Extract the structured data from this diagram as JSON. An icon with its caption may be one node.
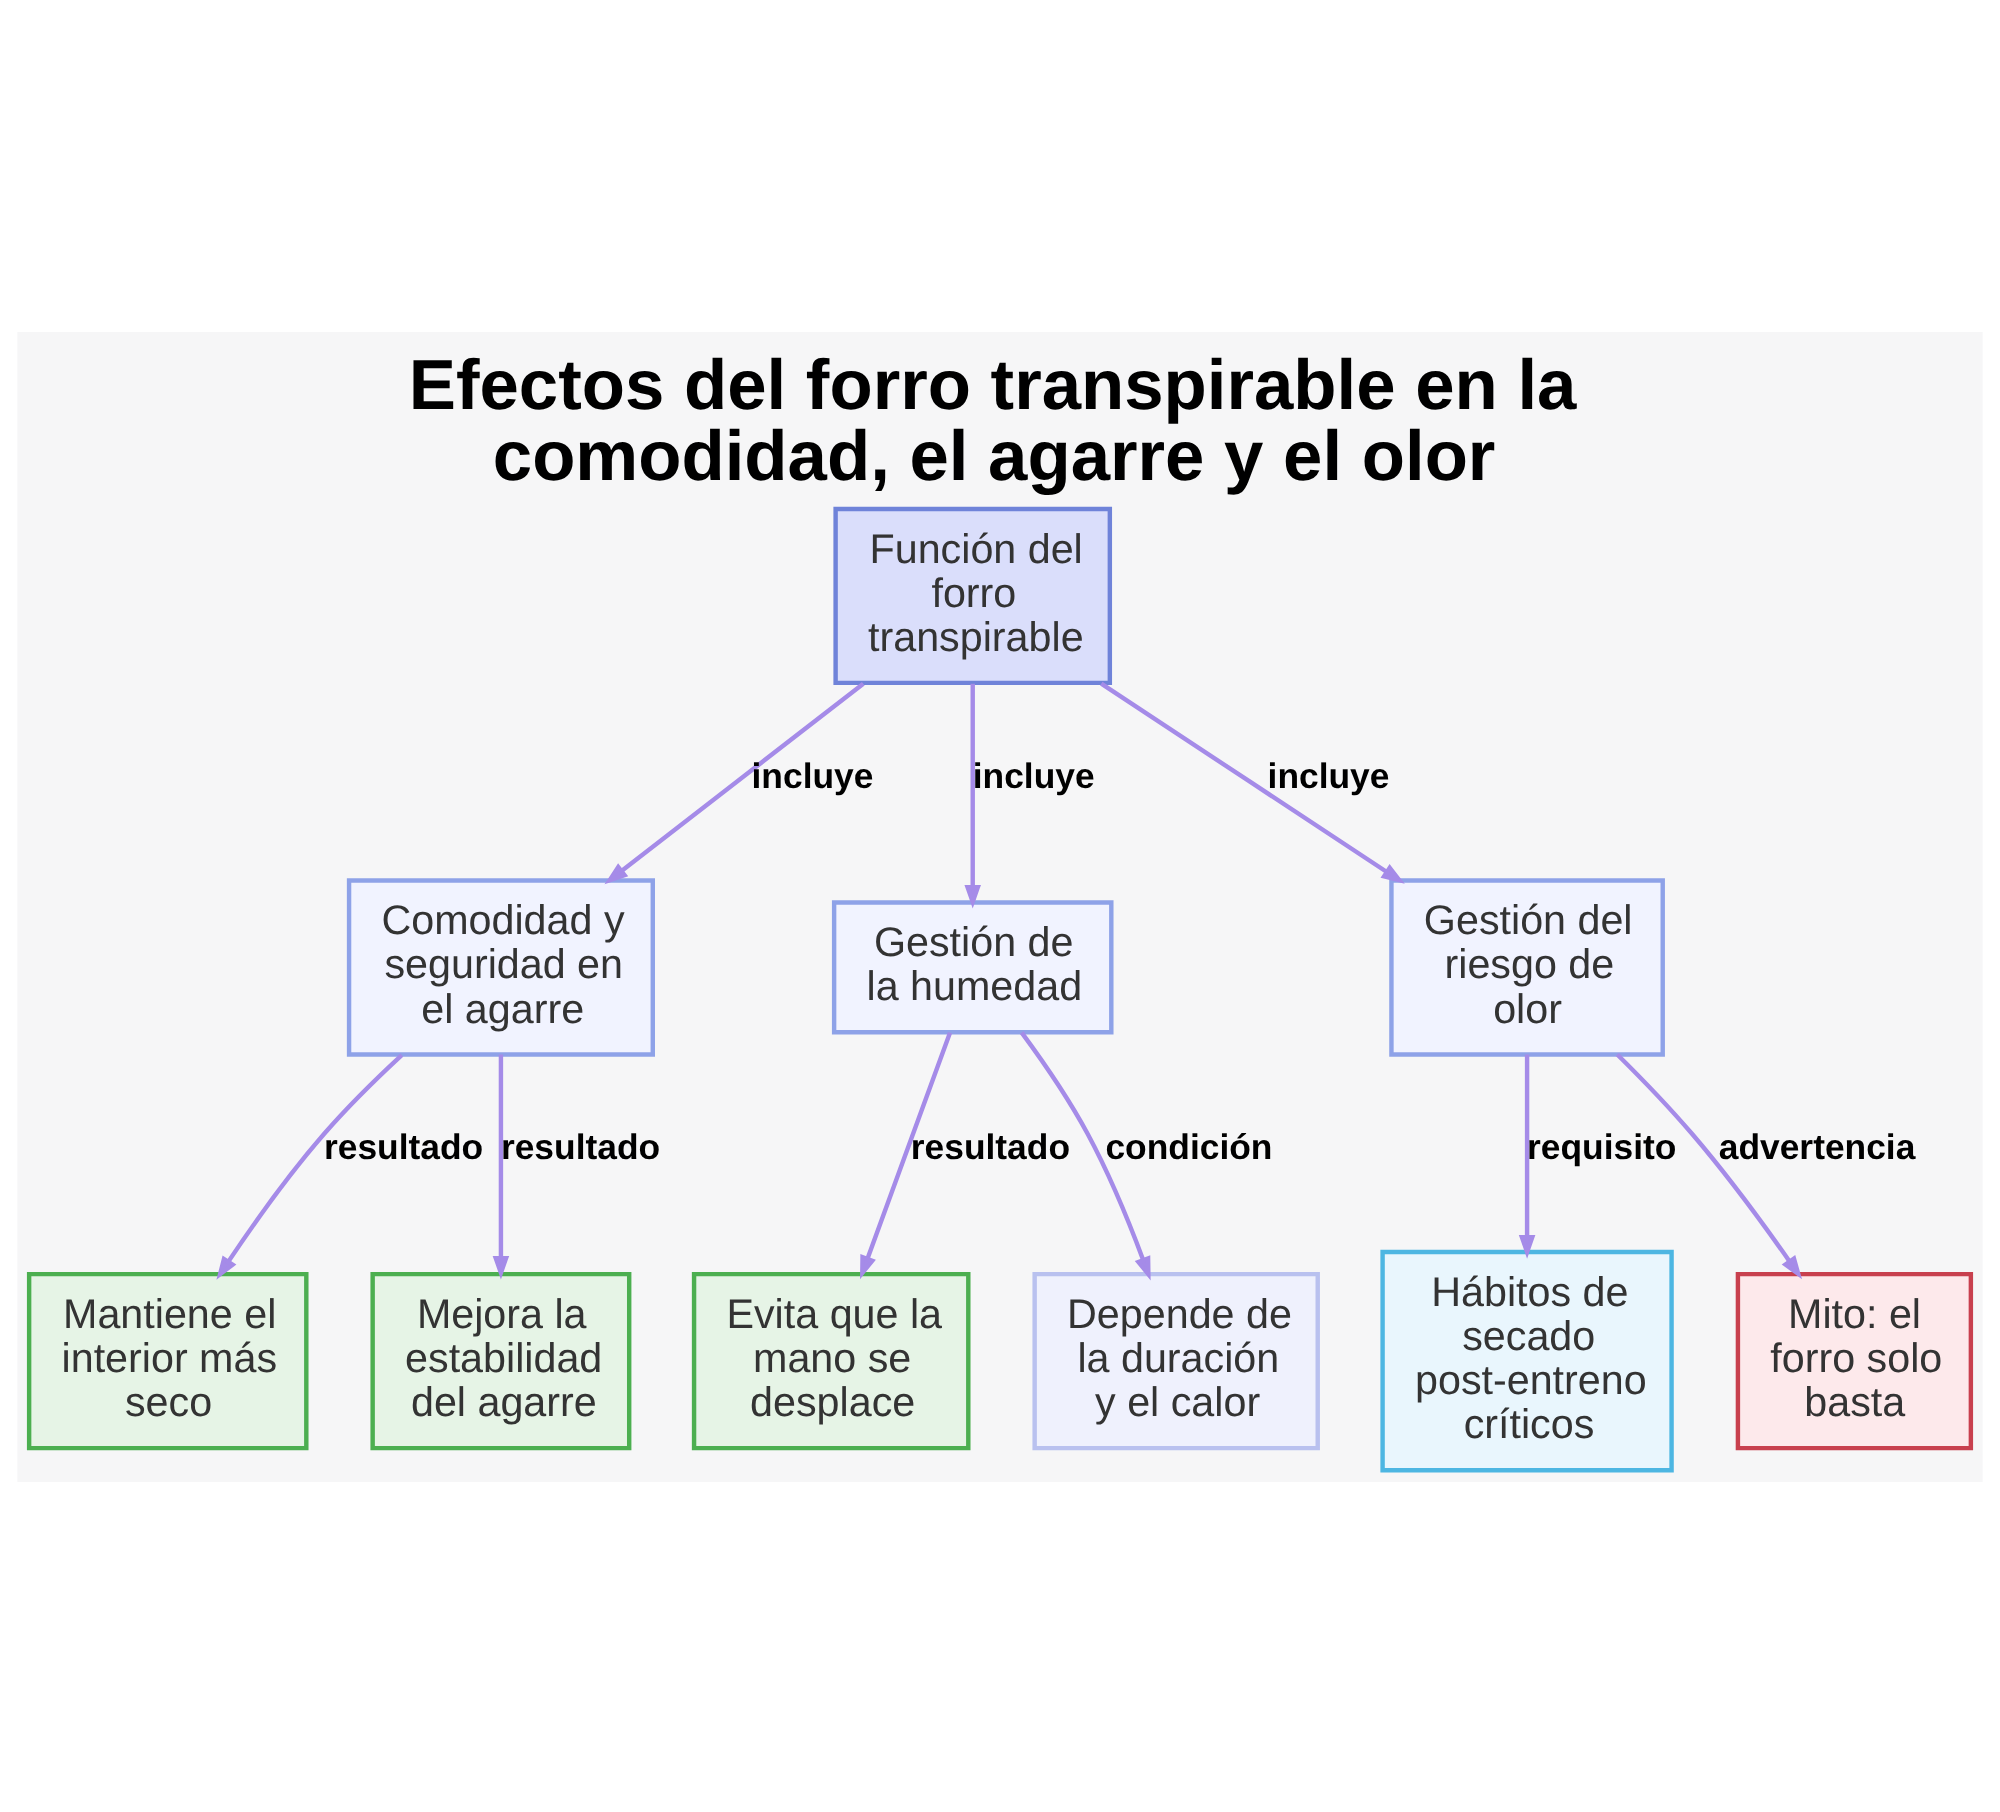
{
  "diagram": {
    "title": "Efectos del forro transpirable en la comodidad, el agarre y el olor",
    "nodes": [
      {
        "text": [
          "Función del forro transpirable"
        ]
      },
      {
        "text": [
          "Comodidad y seguridad en el agarre"
        ]
      },
      {
        "text": [
          "Gestión de la humedad"
        ]
      },
      {
        "text": [
          "Gestión del riesgo de olor"
        ]
      },
      {
        "text": [
          "Mantiene el interior más seco"
        ]
      },
      {
        "text": [
          "Mejora la estabilidad del agarre"
        ]
      },
      {
        "text": [
          "Evita que la mano se desplace"
        ]
      },
      {
        "text": [
          "Depende de la duración y el calor"
        ]
      },
      {
        "text": [
          "Hábitos de secado post-entreno críticos"
        ]
      },
      {
        "text": [
          "Mito: el forro solo basta"
        ]
      }
    ],
    "edges": [
      {
        "from": 0,
        "to": 1,
        "arrow": "to",
        "label": "incluye"
      },
      {
        "from": 0,
        "to": 2,
        "arrow": "to",
        "label": "incluye"
      },
      {
        "from": 0,
        "to": 3,
        "arrow": "to",
        "label": "incluye"
      },
      {
        "from": 1,
        "to": 4,
        "arrow": "to",
        "label": "resultado"
      },
      {
        "from": 1,
        "to": 5,
        "arrow": "to",
        "label": "resultado"
      },
      {
        "from": 2,
        "to": 6,
        "arrow": "to",
        "label": "resultado"
      },
      {
        "from": 2,
        "to": 7,
        "arrow": "to",
        "label": "condición"
      },
      {
        "from": 3,
        "to": 8,
        "arrow": "to",
        "label": "requisito"
      },
      {
        "from": 3,
        "to": 9,
        "arrow": "to",
        "label": "advertencia"
      }
    ]
  }
}
